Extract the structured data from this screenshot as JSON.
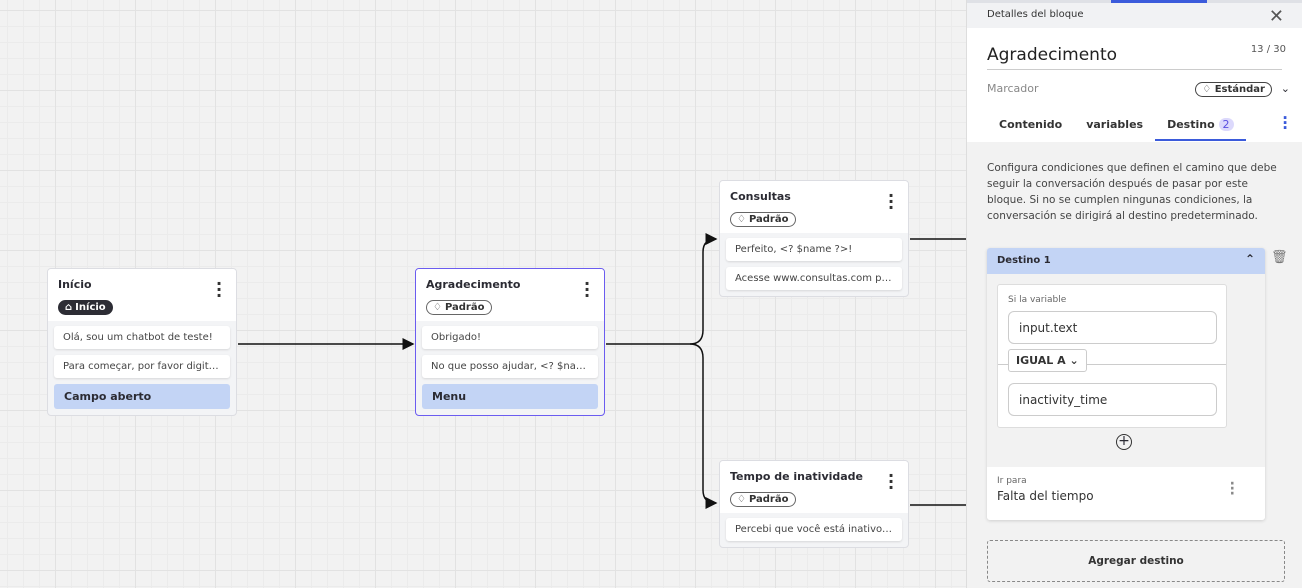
{
  "canvas": {
    "nodes": [
      {
        "title": "Início",
        "tag": "Início",
        "tag_icon": "home-icon",
        "messages": [
          "Olá, sou um chatbot de teste!",
          "Para começar, por favor digite o ..."
        ],
        "input": "Campo aberto"
      },
      {
        "title": "Agradecimento",
        "tag": "Padrão",
        "tag_icon": "tag-icon",
        "messages": [
          "Obrigado!",
          "No que posso ajudar, <? $name ..."
        ],
        "input": "Menu"
      },
      {
        "title": "Consultas",
        "tag": "Padrão",
        "tag_icon": "tag-icon",
        "messages": [
          "Perfeito, <? $name ?>!",
          "Acesse www.consultas.com par..."
        ]
      },
      {
        "title": "Tempo de inatividade",
        "tag": "Padrão",
        "tag_icon": "tag-icon",
        "messages": [
          "Percebi que você está inativo. C..."
        ]
      }
    ]
  },
  "panel": {
    "header": "Detalles del bloque",
    "block_name": "Agradecimento",
    "char_count": "13 / 30",
    "marker_label": "Marcador",
    "marker_value": "Estándar",
    "tabs": [
      {
        "label": "Contenido"
      },
      {
        "label": "variables"
      },
      {
        "label": "Destino",
        "badge": "2",
        "active": true
      }
    ],
    "description": "Configura condiciones que definen el camino que debe seguir la conversación después de pasar por este bloque. Si no se cumplen ningunas condiciones, la conversación se dirigirá al destino predeterminado.",
    "destination": {
      "title": "Destino 1",
      "condition_label": "Si la variable",
      "variable": "input.text",
      "operator": "IGUAL A",
      "value": "inactivity_time",
      "goto_label": "Ir para",
      "goto_value": "Falta del tiempo"
    },
    "add_button": "Agregar destino"
  },
  "colors": {
    "accent": "#3b5bdb",
    "selected_border": "#6b5cf0",
    "input_bg": "#c3d4f5"
  }
}
